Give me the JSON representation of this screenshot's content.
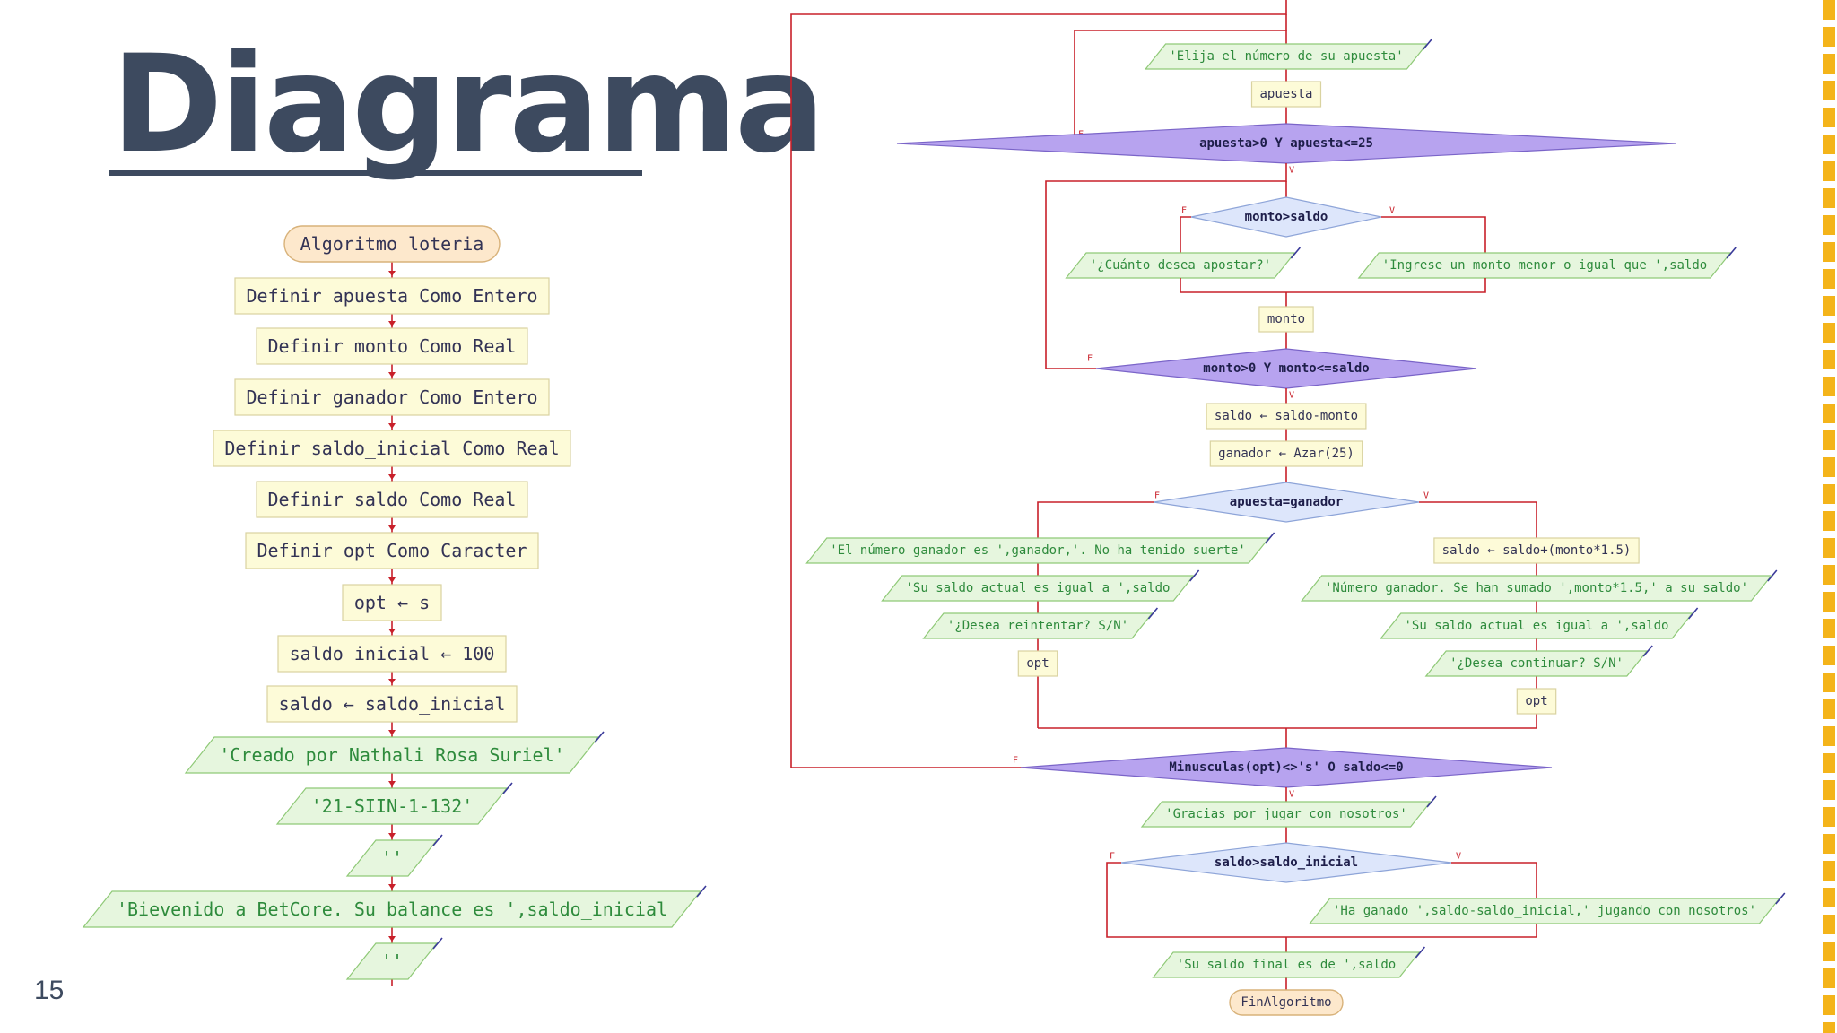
{
  "slide": {
    "title": "Diagrama",
    "page_number": "15",
    "colors": {
      "title": "#3d4a5f",
      "accent_dashes": "#f4b41a",
      "connector": "#c8202a",
      "process_fill": "#fdfbd8",
      "process_border": "#d9d3a0",
      "io_fill": "#e6f6de",
      "io_border": "#8fc977",
      "decision_fill": "#b7a3ef",
      "decision_border": "#7a64c8",
      "decision_light_fill": "#dde6fb",
      "decision_light_border": "#8da4d8",
      "terminal_fill": "#fde8cc",
      "terminal_border": "#d8b27a",
      "keyword_text": "#3a3a9a",
      "string_text": "#2e8b3c",
      "number_text": "#b58c2a"
    }
  },
  "flowchart": {
    "left_column": [
      {
        "type": "terminal",
        "text": "Algoritmo loteria"
      },
      {
        "type": "process",
        "text": "Definir apuesta Como Entero"
      },
      {
        "type": "process",
        "text": "Definir monto Como Real"
      },
      {
        "type": "process",
        "text": "Definir ganador Como Entero"
      },
      {
        "type": "process",
        "text": "Definir saldo_inicial Como Real"
      },
      {
        "type": "process",
        "text": "Definir saldo Como Real"
      },
      {
        "type": "process",
        "text": "Definir opt Como Caracter"
      },
      {
        "type": "process",
        "text": "opt ← s"
      },
      {
        "type": "process",
        "text": "saldo_inicial ← 100"
      },
      {
        "type": "process",
        "text": "saldo ← saldo_inicial"
      },
      {
        "type": "output",
        "text": "'Creado por Nathali Rosa Suriel'"
      },
      {
        "type": "output",
        "text": "'21-SIIN-1-132'"
      },
      {
        "type": "output",
        "text": "''"
      },
      {
        "type": "output",
        "text": "'Bievenido a BetCore. Su balance es ',saldo_inicial"
      },
      {
        "type": "output",
        "text": "''"
      }
    ],
    "right_column": {
      "prompt_bet": "'Elija el número de su apuesta'",
      "read_bet": "apuesta",
      "check_bet": "apuesta>0 Y apuesta<=25",
      "check_amount": "monto>saldo",
      "prompt_amount": "'¿Cuánto desea apostar?'",
      "prompt_amount_lower": "'Ingrese un monto menor o igual que ',saldo",
      "read_amount": "monto",
      "check_amount_range": "monto>0 Y monto<=saldo",
      "deduct": "saldo ← saldo-monto",
      "draw": "ganador ← Azar(25)",
      "check_win": "apuesta=ganador",
      "lose_msg": "'El número ganador es ',ganador,'. No ha tenido suerte'",
      "lose_balance": "'Su saldo actual es igual a ',saldo",
      "lose_retry": "'¿Desea reintentar? S/N'",
      "lose_read": "opt",
      "win_add": "saldo ← saldo+(monto*1.5)",
      "win_msg": "'Número ganador. Se han sumado ',monto*1.5,' a su saldo'",
      "win_balance": "'Su saldo actual es igual a ',saldo",
      "win_continue": "'¿Desea continuar? S/N'",
      "win_read": "opt",
      "check_loop": "Minusculas(opt)<>'s' O saldo<=0",
      "thanks": "'Gracias por jugar con nosotros'",
      "check_profit": "saldo>saldo_inicial",
      "profit_msg": "'Ha ganado ',saldo-saldo_inicial,' jugando con nosotros'",
      "final_balance": "'Su saldo final es de ',saldo",
      "end": "FinAlgoritmo"
    },
    "branch_labels": {
      "true": "V",
      "false": "F"
    }
  }
}
